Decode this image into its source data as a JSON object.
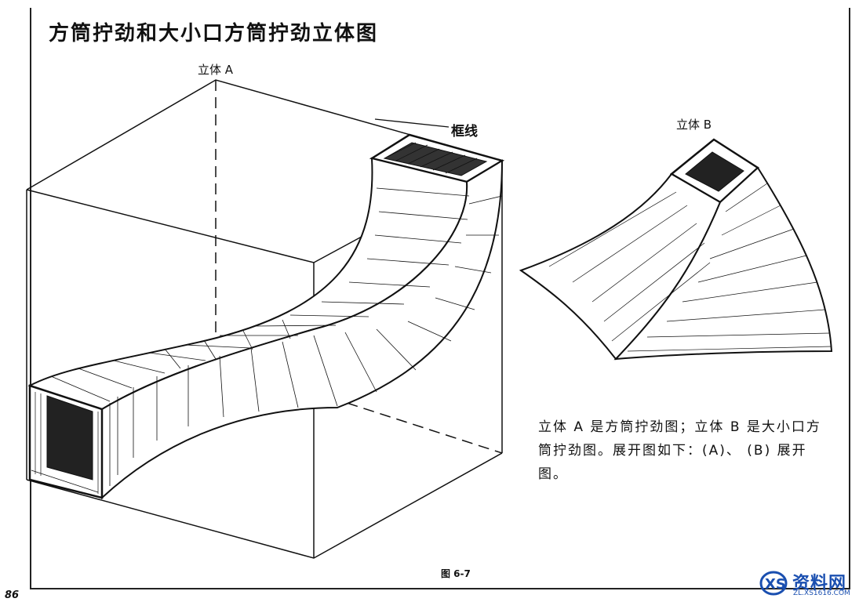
{
  "title": "方筒拧劲和大小口方筒拧劲立体图",
  "label_a": "立体 A",
  "label_b": "立体 B",
  "frame_line_label": "框线",
  "description": "立体 A 是方筒拧劲图；立体 B 是大小口方筒拧劲图。展开图如下：(A)、 (B) 展开图。",
  "figure_caption": "图 6-7",
  "page_number": "86",
  "watermark": {
    "name": "资料网",
    "url": "ZL.XS1616.COM"
  },
  "colors": {
    "ink": "#111111",
    "watermark": "#1a4fb0"
  }
}
